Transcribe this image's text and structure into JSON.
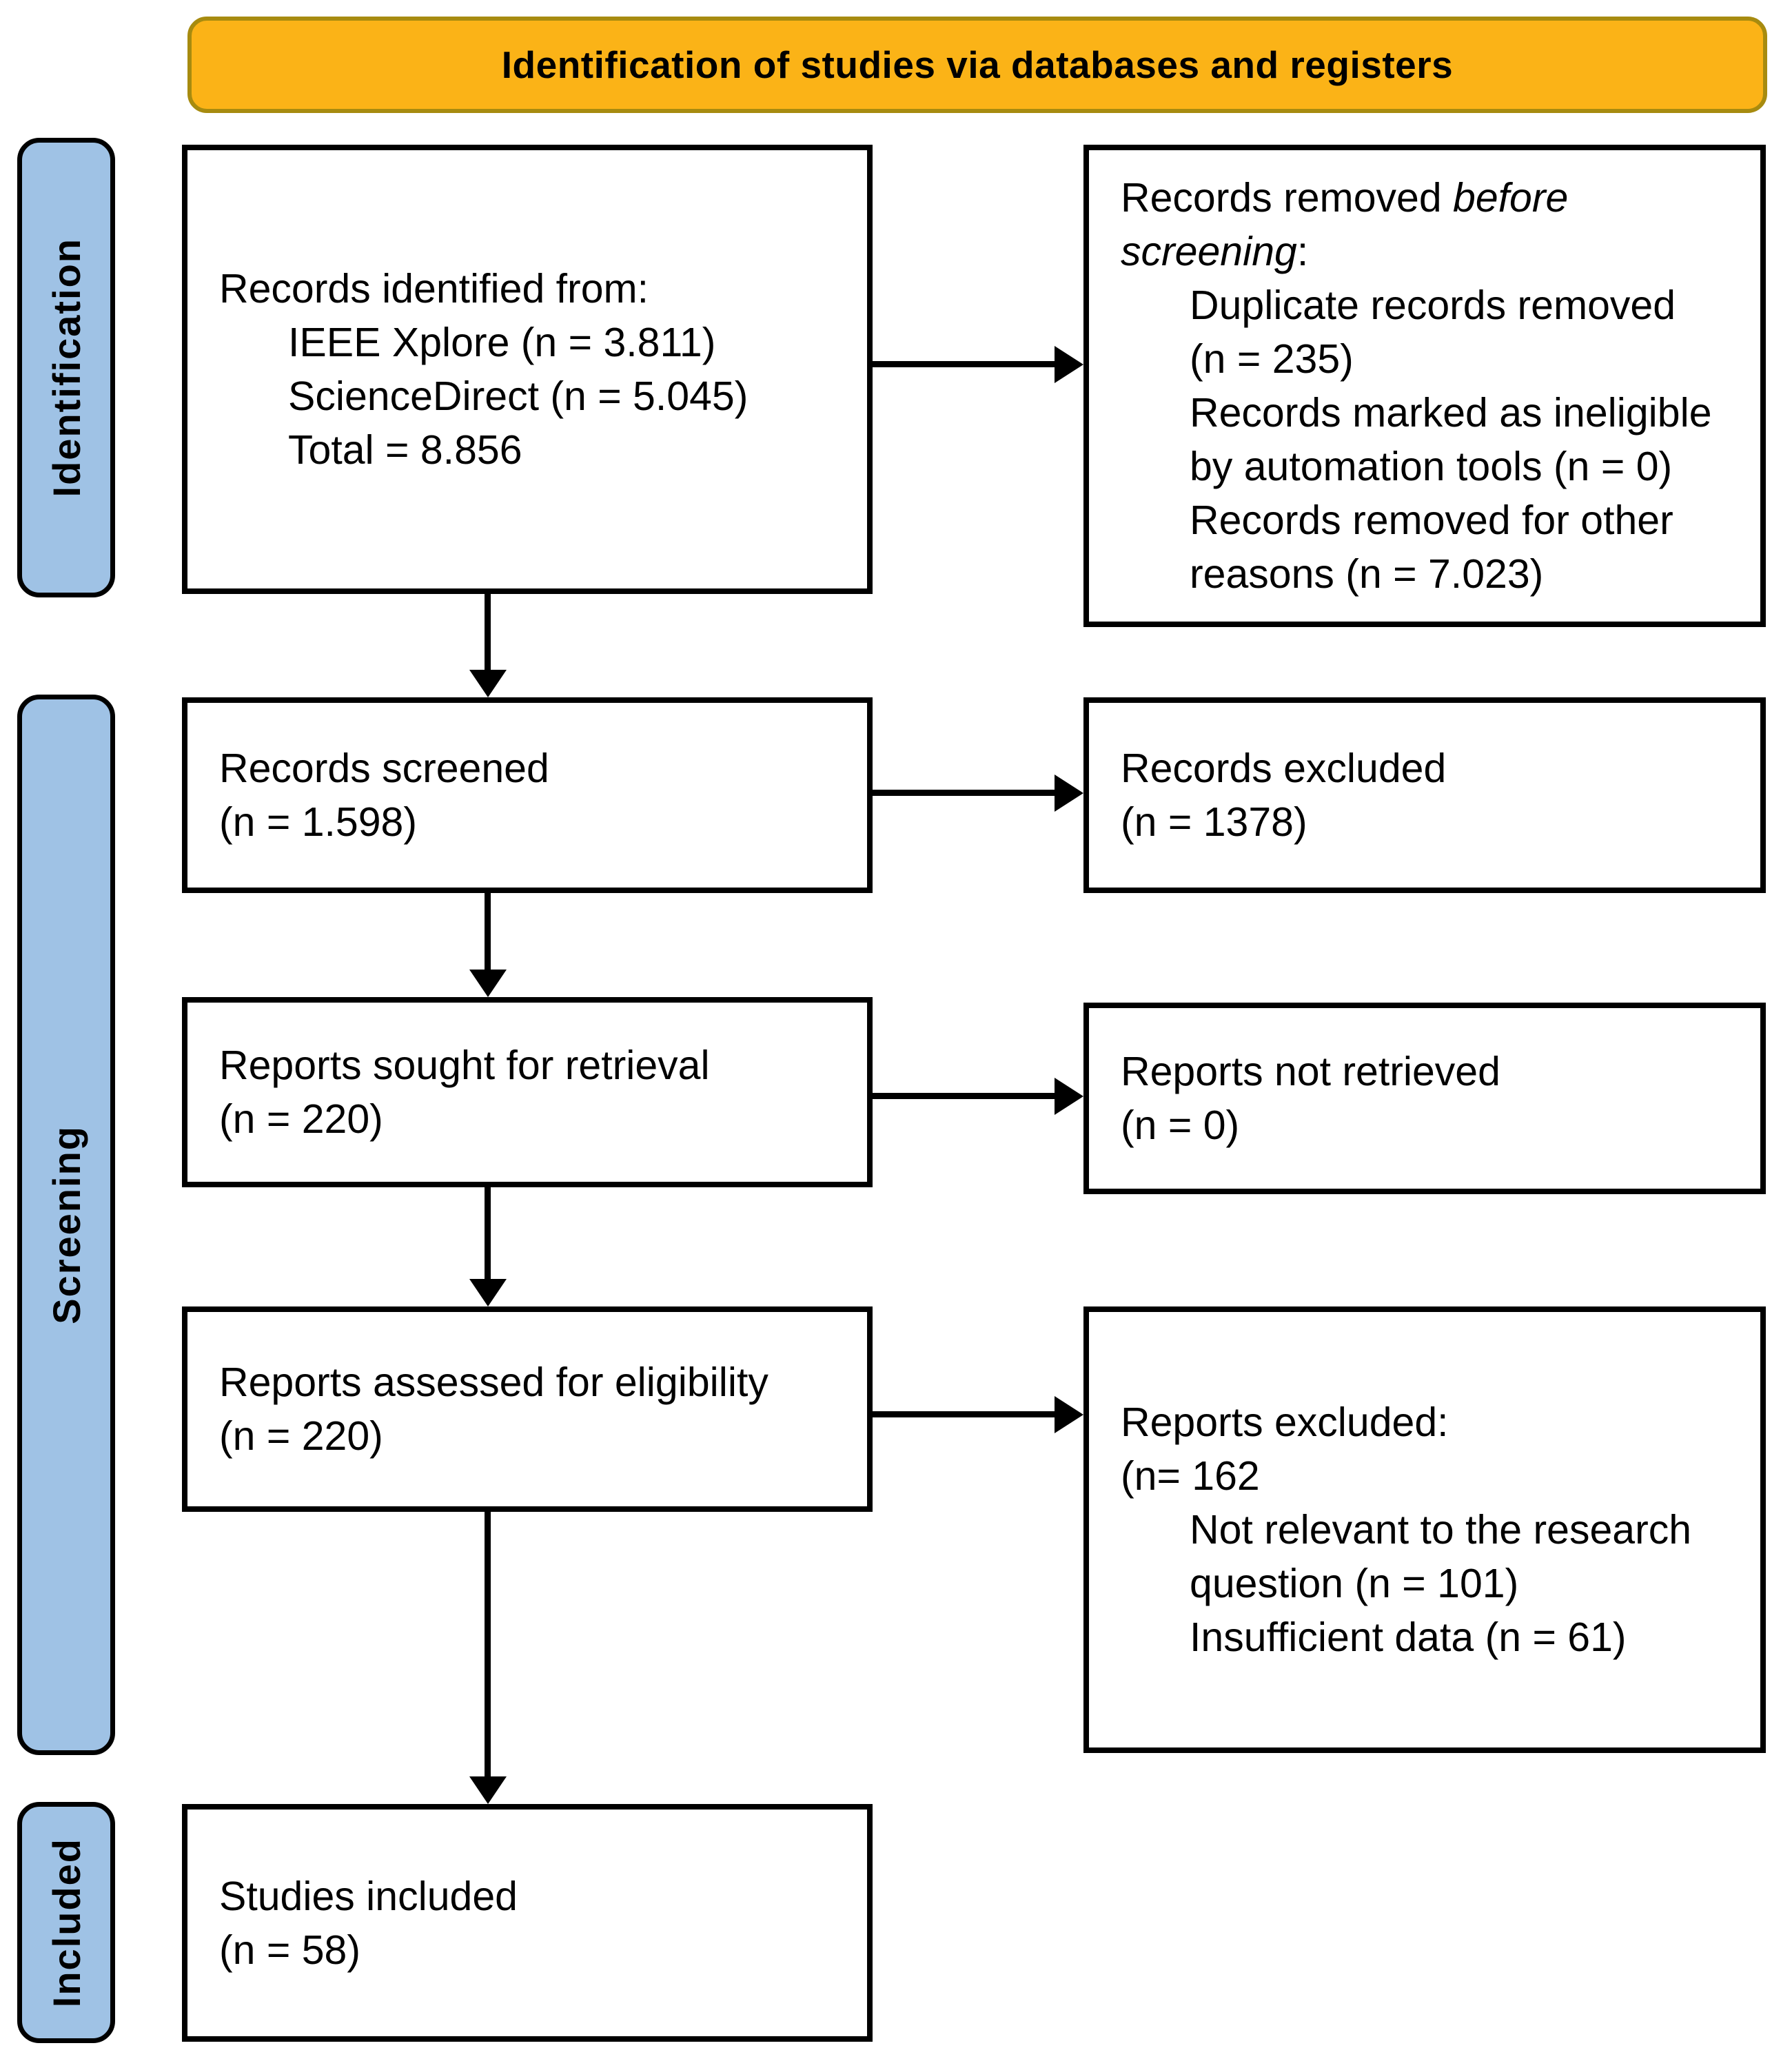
{
  "banner": {
    "label": "Identification of studies via databases and registers"
  },
  "stages": [
    {
      "label": "Identification"
    },
    {
      "label": "Screening"
    },
    {
      "label": "Included"
    }
  ],
  "colors": {
    "banner_fill": "#FBB317",
    "banner_border": "#A78B0F",
    "stage_fill": "#9FC2E5",
    "box_border": "#000000"
  },
  "boxes": [
    {
      "name": "records-identified",
      "lines": [
        {
          "indent": false,
          "segments": [
            {
              "text": "Records identified from:"
            }
          ]
        },
        {
          "indent": true,
          "segments": [
            {
              "text": "IEEE Xplore (n = 3.811)"
            }
          ]
        },
        {
          "indent": true,
          "segments": [
            {
              "text": "ScienceDirect (n = 5.045)"
            }
          ]
        },
        {
          "indent": true,
          "segments": [
            {
              "text": "Total = 8.856"
            }
          ]
        }
      ]
    },
    {
      "name": "records-removed-before-screening",
      "lines": [
        {
          "indent": false,
          "segments": [
            {
              "text": "Records removed "
            },
            {
              "text": "before",
              "italic": true
            }
          ]
        },
        {
          "indent": false,
          "segments": [
            {
              "text": "screening",
              "italic": true
            },
            {
              "text": ":"
            }
          ]
        },
        {
          "indent": true,
          "segments": [
            {
              "text": "Duplicate records removed"
            }
          ]
        },
        {
          "indent": true,
          "segments": [
            {
              "text": "(n = 235)"
            }
          ]
        },
        {
          "indent": true,
          "segments": [
            {
              "text": "Records marked as ineligible"
            }
          ]
        },
        {
          "indent": true,
          "segments": [
            {
              "text": "by automation tools (n = 0)"
            }
          ]
        },
        {
          "indent": true,
          "segments": [
            {
              "text": "Records removed for other"
            }
          ]
        },
        {
          "indent": true,
          "segments": [
            {
              "text": "reasons (n = 7.023)"
            }
          ]
        }
      ]
    },
    {
      "name": "records-screened",
      "lines": [
        {
          "indent": false,
          "segments": [
            {
              "text": "Records screened"
            }
          ]
        },
        {
          "indent": false,
          "segments": [
            {
              "text": "(n = 1.598)"
            }
          ]
        }
      ]
    },
    {
      "name": "records-excluded",
      "lines": [
        {
          "indent": false,
          "segments": [
            {
              "text": "Records excluded"
            }
          ]
        },
        {
          "indent": false,
          "segments": [
            {
              "text": "(n = 1378)"
            }
          ]
        }
      ]
    },
    {
      "name": "reports-sought-for-retrieval",
      "lines": [
        {
          "indent": false,
          "segments": [
            {
              "text": "Reports sought for retrieval"
            }
          ]
        },
        {
          "indent": false,
          "segments": [
            {
              "text": "(n = 220)"
            }
          ]
        }
      ]
    },
    {
      "name": "reports-not-retrieved",
      "lines": [
        {
          "indent": false,
          "segments": [
            {
              "text": "Reports not retrieved"
            }
          ]
        },
        {
          "indent": false,
          "segments": [
            {
              "text": "(n = 0)"
            }
          ]
        }
      ]
    },
    {
      "name": "reports-assessed-for-eligibility",
      "lines": [
        {
          "indent": false,
          "segments": [
            {
              "text": "Reports assessed for eligibility"
            }
          ]
        },
        {
          "indent": false,
          "segments": [
            {
              "text": "(n = 220)"
            }
          ]
        }
      ]
    },
    {
      "name": "reports-excluded",
      "lines": [
        {
          "indent": false,
          "segments": [
            {
              "text": "Reports excluded:"
            }
          ]
        },
        {
          "indent": false,
          "segments": [
            {
              "text": "(n= 162"
            }
          ]
        },
        {
          "indent": true,
          "segments": [
            {
              "text": "Not relevant to the research"
            }
          ]
        },
        {
          "indent": true,
          "segments": [
            {
              "text": "question (n = 101)"
            }
          ]
        },
        {
          "indent": true,
          "segments": [
            {
              "text": "Insufficient data (n = 61)"
            }
          ]
        }
      ]
    },
    {
      "name": "studies-included",
      "lines": [
        {
          "indent": false,
          "segments": [
            {
              "text": "Studies included"
            }
          ]
        },
        {
          "indent": false,
          "segments": [
            {
              "text": "(n = 58)"
            }
          ]
        }
      ]
    }
  ]
}
